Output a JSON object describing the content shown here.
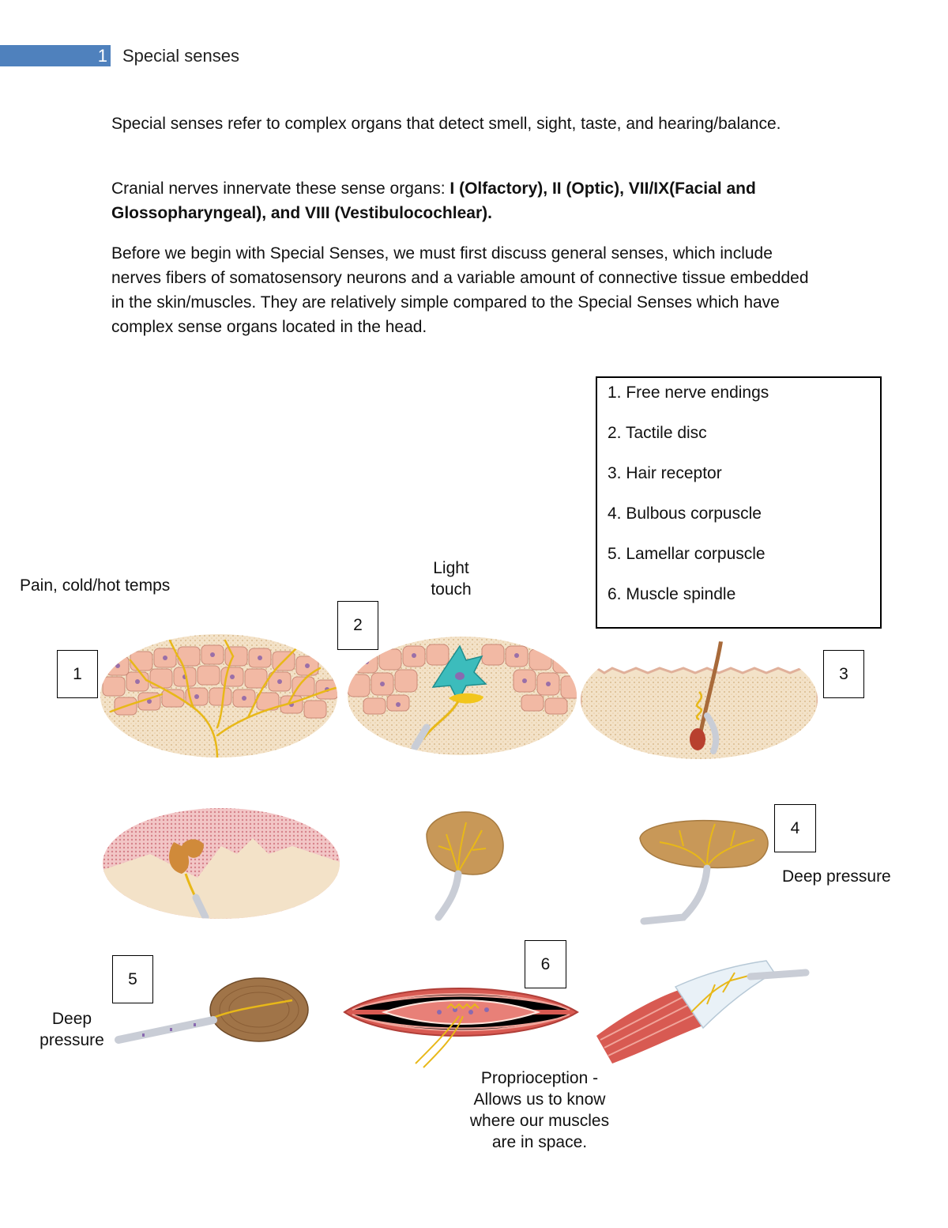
{
  "header": {
    "page_number": "1",
    "section_title": "Special senses"
  },
  "paragraphs": {
    "p1": "Special senses refer to complex organs that detect smell, sight, taste, and hearing/balance.",
    "p2_lead": "Cranial nerves innervate these sense organs: ",
    "p2_bold": "I (Olfactory), II (Optic), VII/IX(Facial and Glossopharyngeal), and VIII (Vestibulocochlear).",
    "p3": "Before we begin with Special Senses, we must first discuss general senses, which include nerves fibers of somatosensory neurons and a variable amount of connective tissue embedded in the skin/muscles. They are relatively simple compared to the Special Senses which have complex sense organs located in the head."
  },
  "legend": {
    "items": [
      "1. Free nerve endings",
      "2. Tactile disc",
      "3. Hair receptor",
      "4. Bulbous corpuscle",
      "5. Lamellar corpuscle",
      "6. Muscle spindle"
    ]
  },
  "number_boxes": [
    "1",
    "2",
    "3",
    "4",
    "5",
    "6"
  ],
  "labels": {
    "pain": "Pain, cold/hot temps",
    "light_touch_1": "Light",
    "light_touch_2": "touch",
    "deep_pressure_4": "Deep pressure",
    "deep_pressure_5_1": "Deep",
    "deep_pressure_5_2": "pressure",
    "proprio_1": "Proprioception -",
    "proprio_2": "Allows us to know",
    "proprio_3": "where our muscles",
    "proprio_4": "are in space."
  },
  "colors": {
    "header_bar": "#4f81bd",
    "nerve": "#e8b818",
    "epidermis_cell": "#f2b9a4",
    "dermis": "#f0dcc0",
    "capsule": "#c89858",
    "tactile_cell": "#3cbcbc",
    "muscle": "#d85a52"
  }
}
